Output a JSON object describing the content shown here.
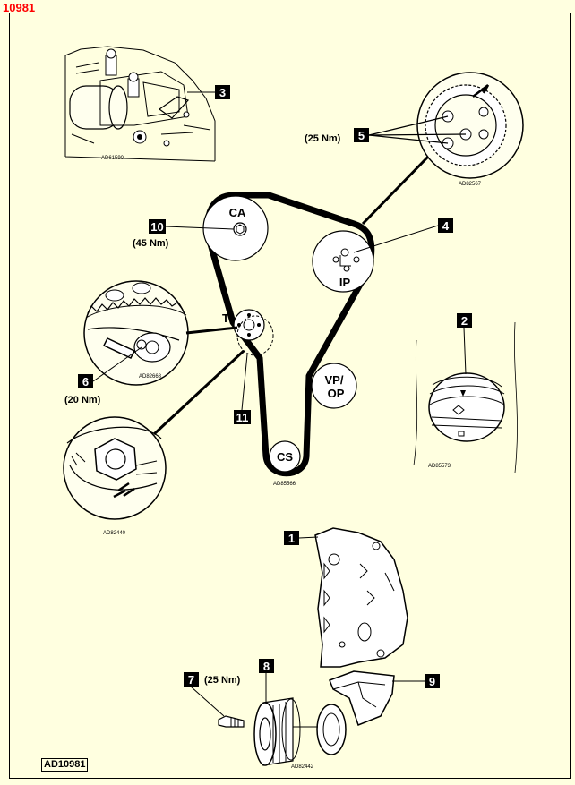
{
  "page_number": "10981",
  "reference_code": "AD10981",
  "callouts": {
    "c1": "1",
    "c2": "2",
    "c3": "3",
    "c4": "4",
    "c5": "5",
    "c6": "6",
    "c7": "7",
    "c8": "8",
    "c9": "9",
    "c10": "10",
    "c11": "11"
  },
  "torques": {
    "t5": "(25 Nm)",
    "t10": "(45 Nm)",
    "t6": "(20 Nm)",
    "t7": "(25 Nm)"
  },
  "pulleys": {
    "ca": "CA",
    "ip": "IP",
    "vp_line1": "VP/",
    "vp_line2": "OP",
    "cs": "CS",
    "t": "T"
  },
  "detail_refs": {
    "r1": "AD61590",
    "r2": "AD82567",
    "r3": "AD82668",
    "r4": "AD85566",
    "r5": "AD85573",
    "r6": "AD82440",
    "r7": "AD82442"
  }
}
